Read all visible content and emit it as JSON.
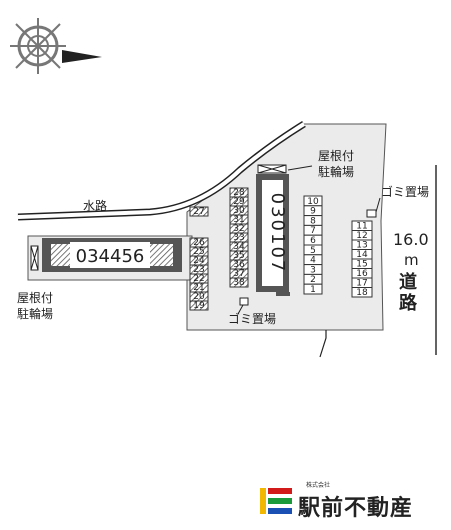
{
  "compass": {
    "label": "N"
  },
  "labels": {
    "water": "水路",
    "roof_top": [
      "屋根付",
      "駐輪場"
    ],
    "roof_left": [
      "屋根付",
      "駐輪場"
    ],
    "garbage_top": "ゴミ置場",
    "garbage_bottom": "ゴミ置場"
  },
  "road": {
    "width": "16.0",
    "unit": "m",
    "name1": "道",
    "name2": "路"
  },
  "buildings": {
    "left": "034456",
    "right": "030107"
  },
  "parking": {
    "left_col": [
      "28",
      "29",
      "30",
      "31",
      "32",
      "33",
      "34",
      "35",
      "36",
      "37",
      "38"
    ],
    "far_left_col": [
      "26",
      "25",
      "24",
      "23",
      "22",
      "21",
      "20",
      "19"
    ],
    "solo": "27",
    "mid_col": [
      "10",
      "9",
      "8",
      "7",
      "6",
      "5",
      "4",
      "3",
      "2",
      "1"
    ],
    "right_col": [
      "11",
      "12",
      "13",
      "14",
      "15",
      "16",
      "17",
      "18"
    ]
  },
  "logo": {
    "small": "株式会社",
    "name": "駅前不動産"
  }
}
